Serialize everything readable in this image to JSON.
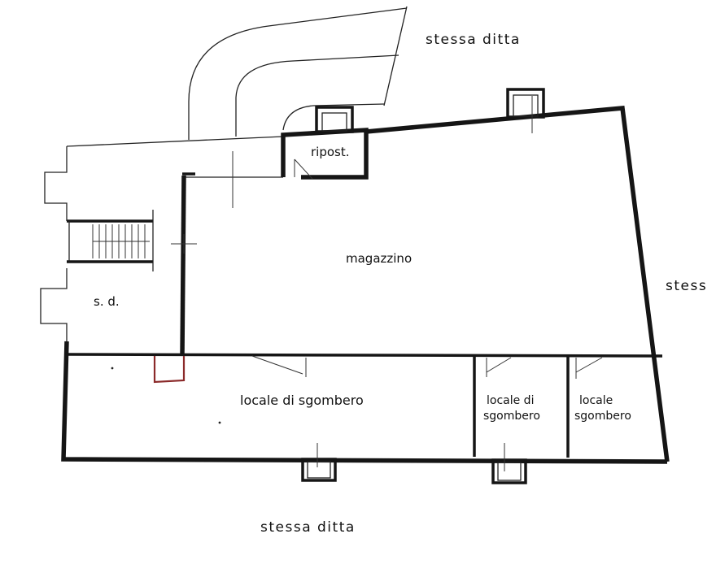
{
  "rooms": {
    "magazzino": "magazzino",
    "ripostiglio": "ripost.",
    "sd": "s. d.",
    "locale_main": "locale di sgombero",
    "locale_mid_line1": "locale di",
    "locale_mid_line2": "sgombero",
    "locale_right_line1": "locale",
    "locale_right_line2": "sgombero"
  },
  "neighbors": {
    "top_right": "stessa ditta",
    "right": "stess",
    "bottom": "stessa ditta"
  },
  "colors": {
    "ink": "#151515",
    "accent_door": "#8b2a2a",
    "paper": "#ffffff"
  }
}
